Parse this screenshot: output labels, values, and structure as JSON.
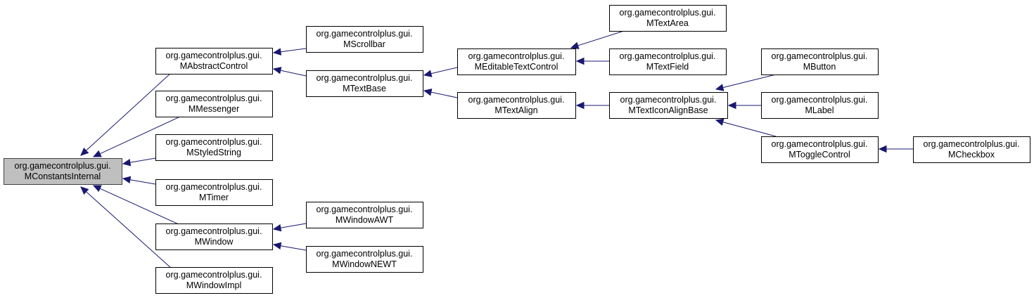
{
  "nodes": [
    {
      "id": "MConstantsInternal",
      "line1": "org.gamecontrolplus.gui.",
      "line2": "MConstantsInternal",
      "root": true
    },
    {
      "id": "MAbstractControl",
      "line1": "org.gamecontrolplus.gui.",
      "line2": "MAbstractControl"
    },
    {
      "id": "MMessenger",
      "line1": "org.gamecontrolplus.gui.",
      "line2": "MMessenger"
    },
    {
      "id": "MStyledString",
      "line1": "org.gamecontrolplus.gui.",
      "line2": "MStyledString"
    },
    {
      "id": "MTimer",
      "line1": "org.gamecontrolplus.gui.",
      "line2": "MTimer"
    },
    {
      "id": "MWindow",
      "line1": "org.gamecontrolplus.gui.",
      "line2": "MWindow"
    },
    {
      "id": "MWindowImpl",
      "line1": "org.gamecontrolplus.gui.",
      "line2": "MWindowImpl"
    },
    {
      "id": "MScrollbar",
      "line1": "org.gamecontrolplus.gui.",
      "line2": "MScrollbar"
    },
    {
      "id": "MTextBase",
      "line1": "org.gamecontrolplus.gui.",
      "line2": "MTextBase"
    },
    {
      "id": "MWindowAWT",
      "line1": "org.gamecontrolplus.gui.",
      "line2": "MWindowAWT"
    },
    {
      "id": "MWindowNEWT",
      "line1": "org.gamecontrolplus.gui.",
      "line2": "MWindowNEWT"
    },
    {
      "id": "MEditableTextControl",
      "line1": "org.gamecontrolplus.gui.",
      "line2": "MEditableTextControl"
    },
    {
      "id": "MTextAlign",
      "line1": "org.gamecontrolplus.gui.",
      "line2": "MTextAlign"
    },
    {
      "id": "MTextArea",
      "line1": "org.gamecontrolplus.gui.",
      "line2": "MTextArea"
    },
    {
      "id": "MTextField",
      "line1": "org.gamecontrolplus.gui.",
      "line2": "MTextField"
    },
    {
      "id": "MTextIconAlignBase",
      "line1": "org.gamecontrolplus.gui.",
      "line2": "MTextIconAlignBase"
    },
    {
      "id": "MButton",
      "line1": "org.gamecontrolplus.gui.",
      "line2": "MButton"
    },
    {
      "id": "MLabel",
      "line1": "org.gamecontrolplus.gui.",
      "line2": "MLabel"
    },
    {
      "id": "MToggleControl",
      "line1": "org.gamecontrolplus.gui.",
      "line2": "MToggleControl"
    },
    {
      "id": "MCheckbox",
      "line1": "org.gamecontrolplus.gui.",
      "line2": "MCheckbox"
    }
  ],
  "edges": [
    {
      "from": "MAbstractControl",
      "to": "MConstantsInternal"
    },
    {
      "from": "MMessenger",
      "to": "MConstantsInternal"
    },
    {
      "from": "MStyledString",
      "to": "MConstantsInternal"
    },
    {
      "from": "MTimer",
      "to": "MConstantsInternal"
    },
    {
      "from": "MWindow",
      "to": "MConstantsInternal"
    },
    {
      "from": "MWindowImpl",
      "to": "MConstantsInternal"
    },
    {
      "from": "MScrollbar",
      "to": "MAbstractControl"
    },
    {
      "from": "MTextBase",
      "to": "MAbstractControl"
    },
    {
      "from": "MWindowAWT",
      "to": "MWindow"
    },
    {
      "from": "MWindowNEWT",
      "to": "MWindow"
    },
    {
      "from": "MEditableTextControl",
      "to": "MTextBase"
    },
    {
      "from": "MTextAlign",
      "to": "MTextBase"
    },
    {
      "from": "MTextArea",
      "to": "MEditableTextControl"
    },
    {
      "from": "MTextField",
      "to": "MEditableTextControl"
    },
    {
      "from": "MTextIconAlignBase",
      "to": "MTextAlign"
    },
    {
      "from": "MButton",
      "to": "MTextIconAlignBase"
    },
    {
      "from": "MLabel",
      "to": "MTextIconAlignBase"
    },
    {
      "from": "MToggleControl",
      "to": "MTextIconAlignBase"
    },
    {
      "from": "MCheckbox",
      "to": "MToggleControl"
    }
  ],
  "colors": {
    "edge": "#191970",
    "root_fill": "#bfbfbf",
    "node_fill": "#ffffff",
    "border": "#000000"
  }
}
